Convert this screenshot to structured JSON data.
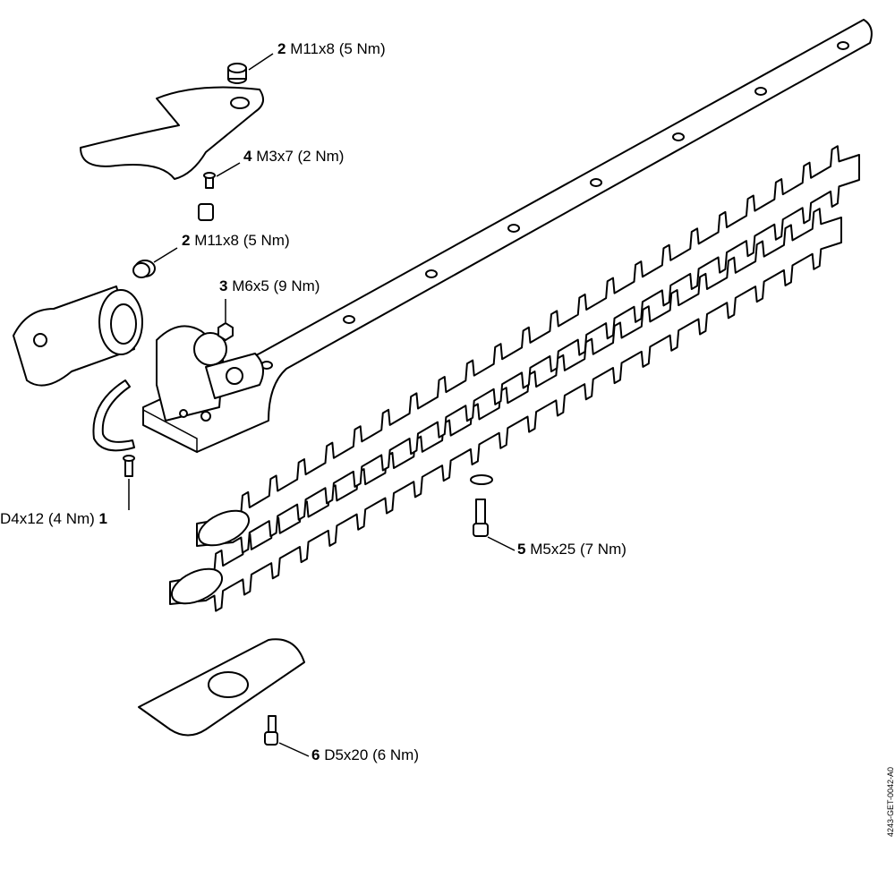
{
  "labels": [
    {
      "num": "2",
      "text": "M11x8 (5 Nm)"
    },
    {
      "num": "4",
      "text": "M3x7 (2 Nm)"
    },
    {
      "num": "2",
      "text": "M11x8 (5 Nm)"
    },
    {
      "num": "3",
      "text": "M6x5 (9 Nm)"
    },
    {
      "num": "1",
      "text": "D4x12 (4 Nm)"
    },
    {
      "num": "5",
      "text": "M5x25 (7 Nm)"
    },
    {
      "num": "6",
      "text": "D5x20 (6 Nm)"
    }
  ],
  "drawing_code": "4243-GET-0042-A0"
}
